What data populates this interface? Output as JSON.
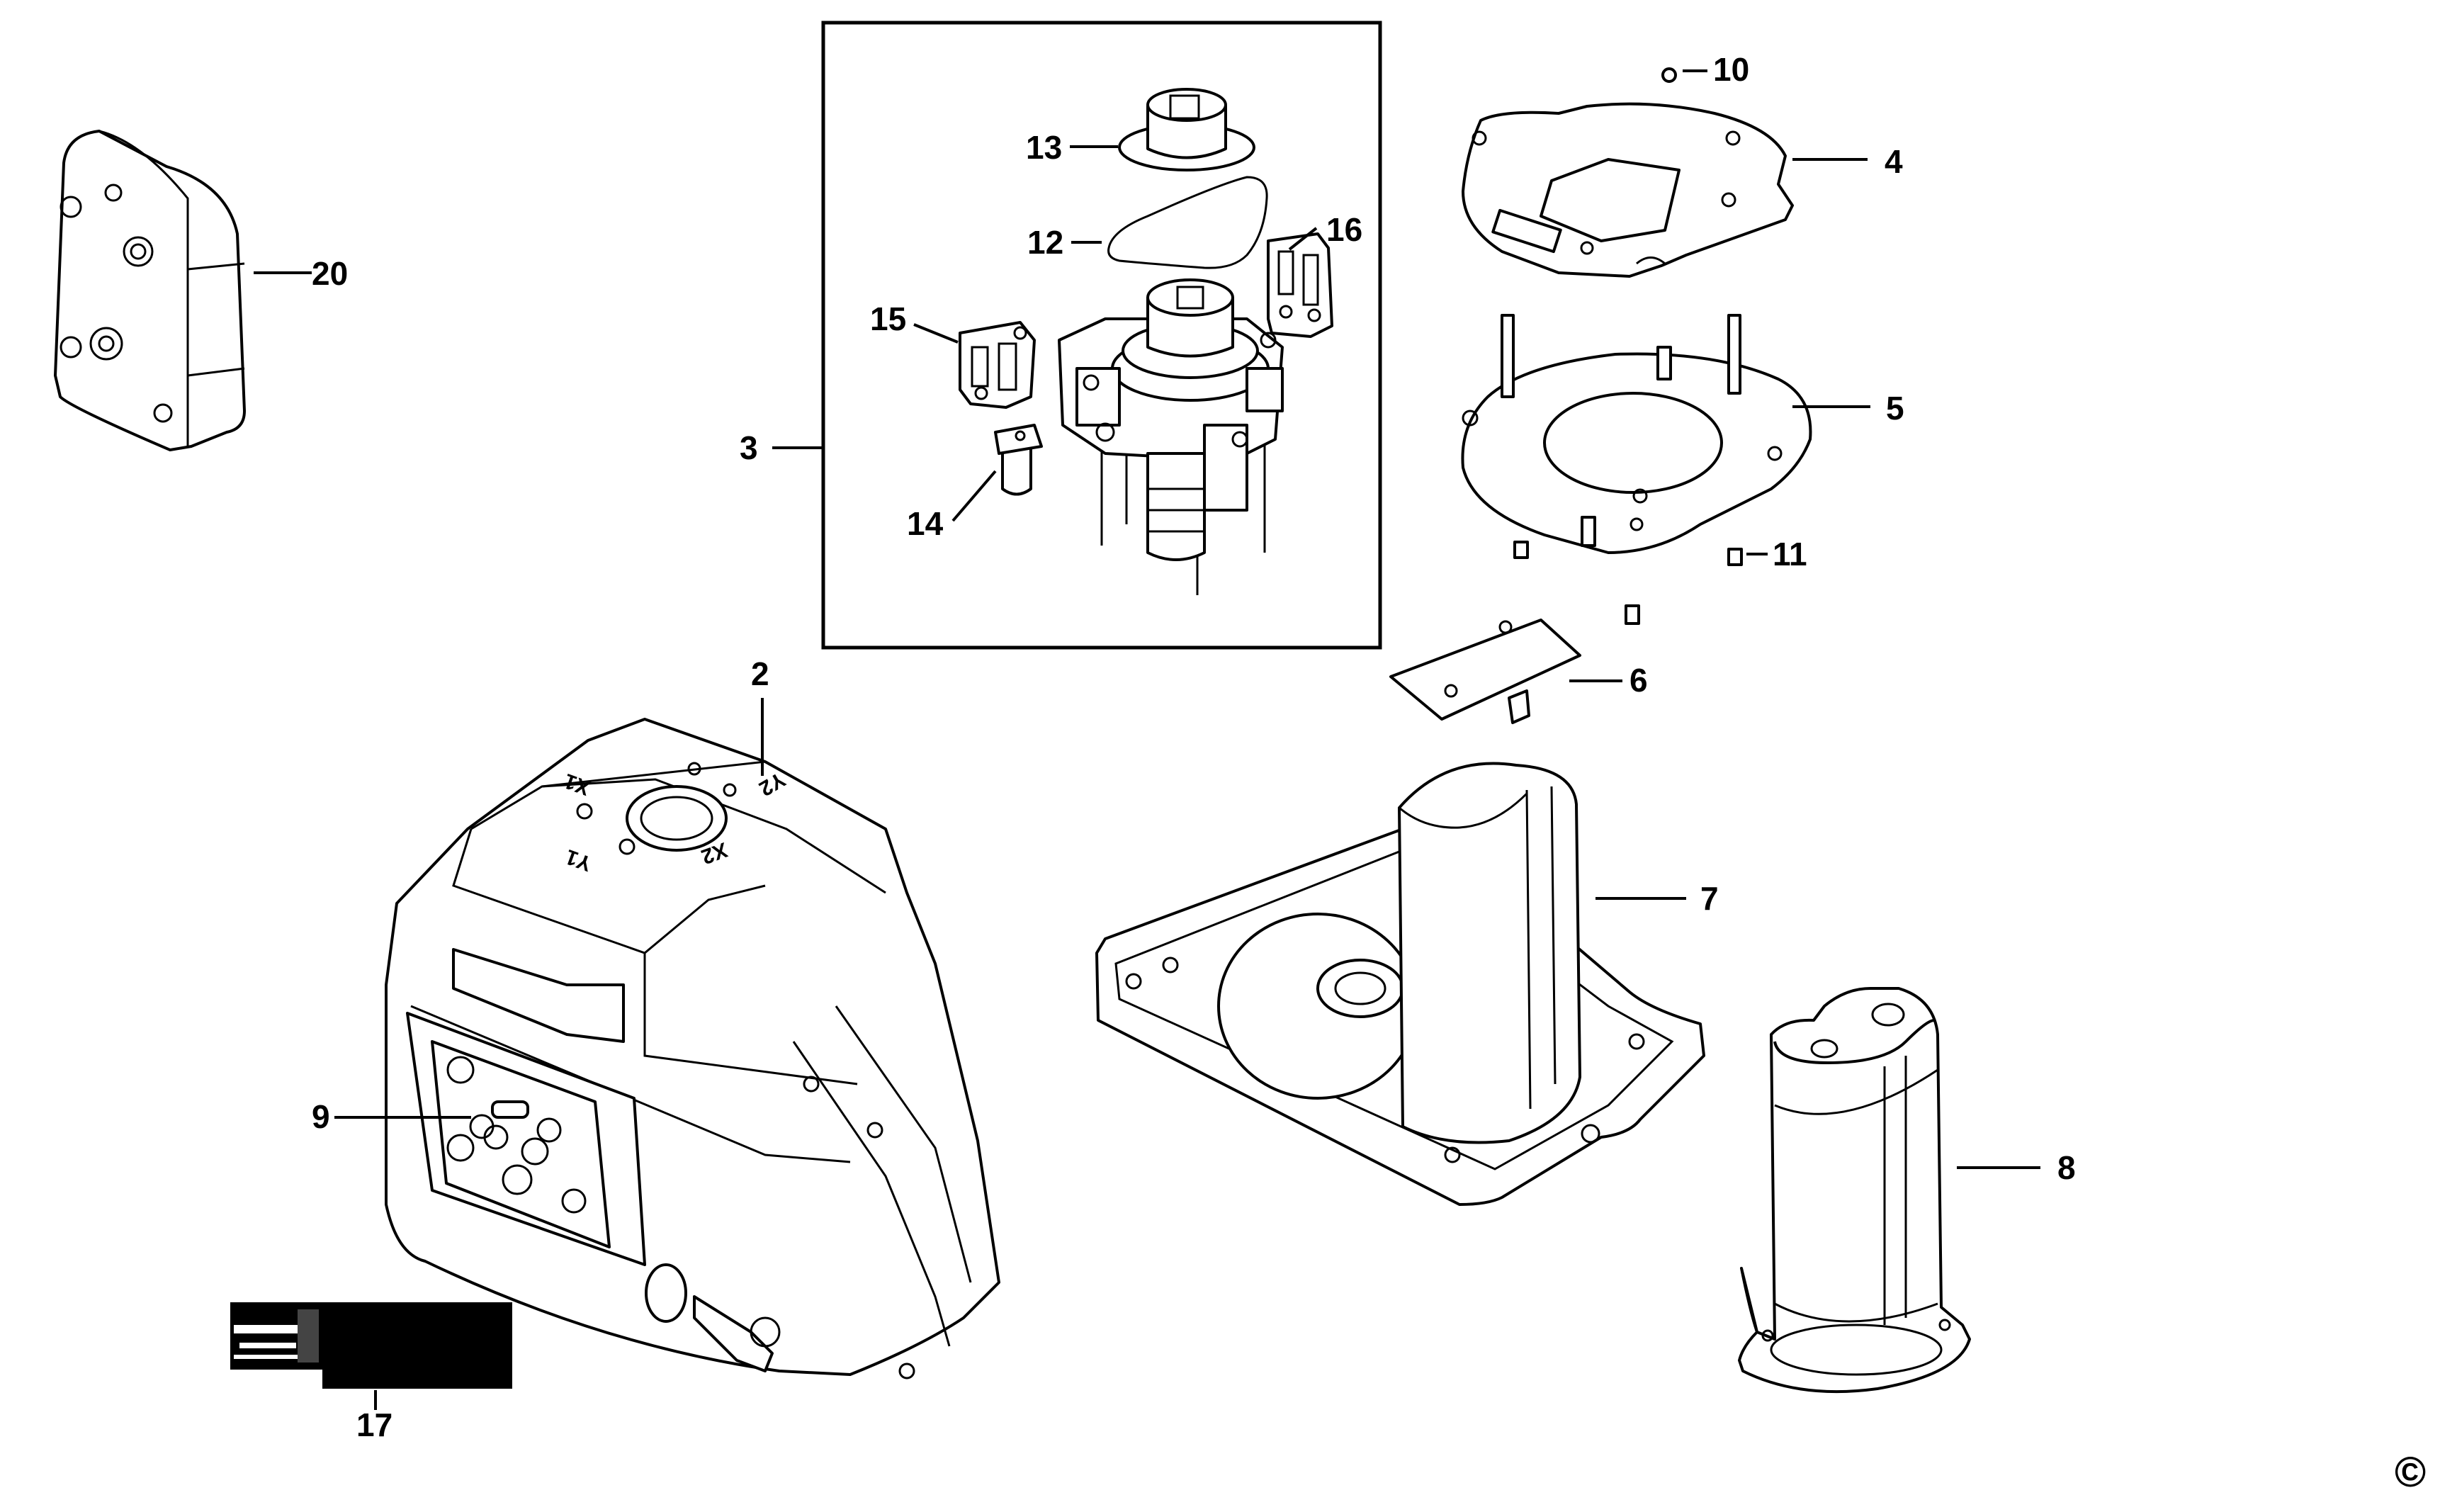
{
  "diagram": {
    "callouts": [
      {
        "id": "c1",
        "text": "10"
      },
      {
        "id": "c2",
        "text": "4"
      },
      {
        "id": "c3",
        "text": "5"
      },
      {
        "id": "c4",
        "text": "11"
      },
      {
        "id": "c5",
        "text": "6"
      },
      {
        "id": "c6",
        "text": "7"
      },
      {
        "id": "c7",
        "text": "8"
      },
      {
        "id": "c8",
        "text": "20"
      },
      {
        "id": "c9",
        "text": "13"
      },
      {
        "id": "c10",
        "text": "12"
      },
      {
        "id": "c11",
        "text": "16"
      },
      {
        "id": "c12",
        "text": "15"
      },
      {
        "id": "c13",
        "text": "3"
      },
      {
        "id": "c14",
        "text": "14"
      },
      {
        "id": "c15",
        "text": "2"
      },
      {
        "id": "c16",
        "text": "9"
      },
      {
        "id": "c17",
        "text": "17"
      }
    ],
    "housing_markings": {
      "x1": "X1",
      "y2": "Y2",
      "y1": "Y1",
      "x2": "X2"
    },
    "copyright": "©"
  }
}
